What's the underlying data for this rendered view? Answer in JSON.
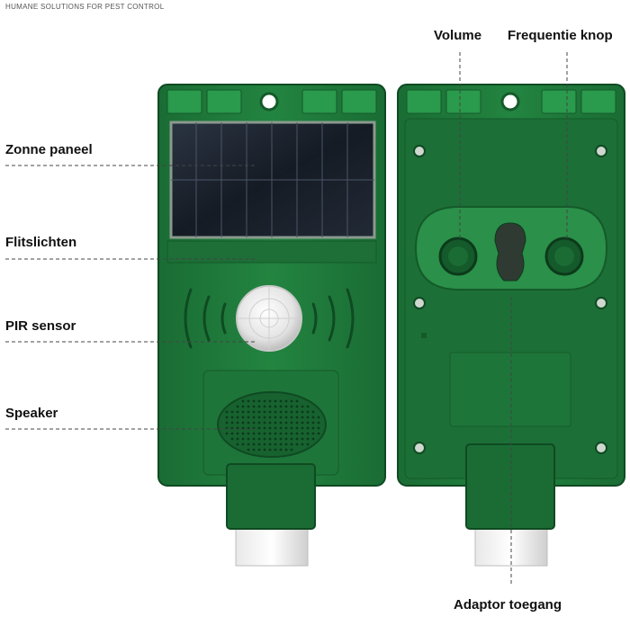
{
  "brand": {
    "tagline": "HUMANE SOLUTIONS FOR PEST CONTROL"
  },
  "labels": {
    "solar_panel": "Zonne paneel",
    "flash_lights": "Flitslichten",
    "pir_sensor": "PIR sensor",
    "speaker": "Speaker",
    "volume": "Volume",
    "frequency_knob": "Frequentie knop",
    "adapter_access": "Adaptor toegang"
  },
  "colors": {
    "housing": "#1f7a3c",
    "housing_dark": "#145a2a",
    "housing_light": "#2a9a4c",
    "solar": "#1c2430",
    "sensor": "#eeeeee",
    "stake": "#d6d6d6",
    "line": "#444444"
  }
}
